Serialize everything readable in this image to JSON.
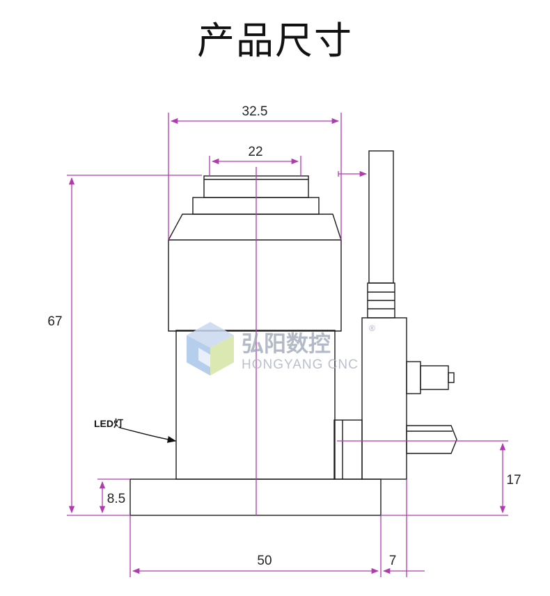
{
  "title": "产品尺寸",
  "dimensions": {
    "top_width": "32.5",
    "cap_width": "22",
    "total_height": "67",
    "base_thickness": "8.5",
    "base_width": "50",
    "offset": "7",
    "side_height": "17"
  },
  "led_label": "LED灯",
  "watermark": {
    "brand_cn": "弘阳数控",
    "brand_en": "HONGYANG CNC",
    "registered": "®"
  },
  "colors": {
    "outline": "#1a1a1a",
    "dimension": "#b03ab0",
    "watermark": "#9aa3b5"
  }
}
